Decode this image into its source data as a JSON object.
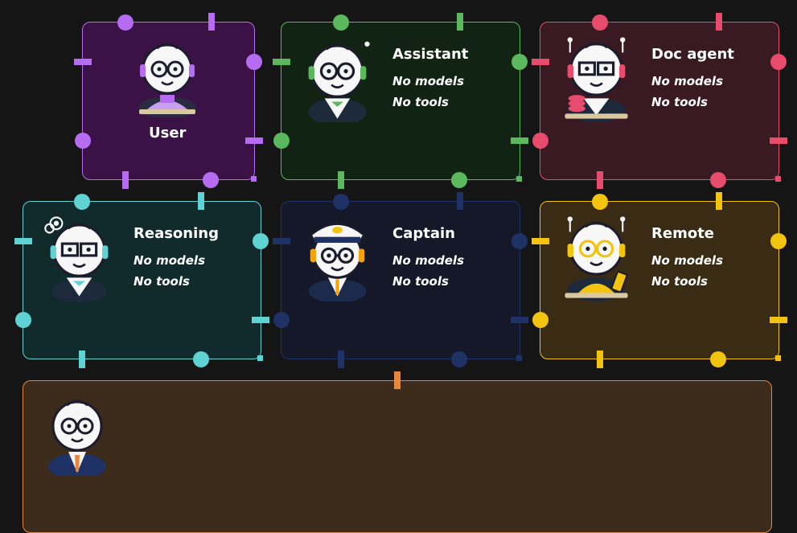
{
  "colors": {
    "user": "#b56cf0",
    "assistant": "#5cb85c",
    "doc_agent": "#e74c6c",
    "reasoning": "#5fd3d3",
    "captain": "#1e3266",
    "remote": "#f2c40f",
    "group": "#e8873a"
  },
  "nodes": {
    "user": {
      "title": "User",
      "icon": "user-avatar-icon"
    },
    "assistant": {
      "title": "Assistant",
      "models": "No models",
      "tools": "No tools",
      "icon": "assistant-avatar-icon"
    },
    "doc_agent": {
      "title": "Doc agent",
      "models": "No models",
      "tools": "No tools",
      "icon": "doc-agent-avatar-icon"
    },
    "reasoning": {
      "title": "Reasoning",
      "models": "No models",
      "tools": "No tools",
      "icon": "reasoning-avatar-icon"
    },
    "captain": {
      "title": "Captain",
      "models": "No models",
      "tools": "No tools",
      "icon": "captain-avatar-icon"
    },
    "remote": {
      "title": "Remote",
      "models": "No models",
      "tools": "No tools",
      "icon": "remote-avatar-icon"
    },
    "group_manager": {
      "icon": "group-manager-avatar-icon"
    }
  }
}
